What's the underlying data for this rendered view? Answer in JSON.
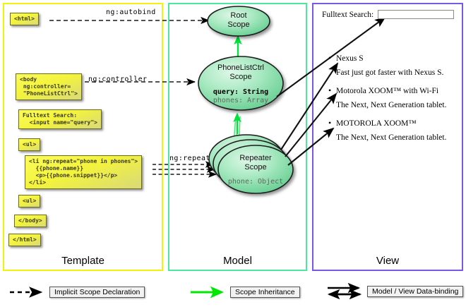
{
  "panels": {
    "template": {
      "label": "Template",
      "border_color": "#f2f20d",
      "boxes": [
        {
          "name": "html-open",
          "code": "<html>"
        },
        {
          "name": "body-open",
          "code": "<body\n ng:controller=\n \"PhoneListCtrl\">"
        },
        {
          "name": "search",
          "code": "Fulltext Search:\n  <input name=\"query\">"
        },
        {
          "name": "ul-open",
          "code": "<ul>"
        },
        {
          "name": "li-repeat",
          "code": "<li ng:repeat=\"phone in phones\">\n  {{phone.name}}\n  <p>{{phone.snippet}}</p>\n</li>"
        },
        {
          "name": "ul-close",
          "code": "<ul>"
        },
        {
          "name": "body-close",
          "code": "</body>"
        },
        {
          "name": "html-close",
          "code": "</html>"
        }
      ]
    },
    "model": {
      "label": "Model",
      "border_color": "#4fe6a0",
      "scopes": [
        {
          "name": "root-scope",
          "title_line1": "Root",
          "title_line2": "Scope",
          "props": []
        },
        {
          "name": "phonelistctrl-scope",
          "title_line1": "PhoneListCtrl",
          "title_line2": "Scope",
          "props": [
            {
              "text": "query: String",
              "emphasis": "strong"
            },
            {
              "text": "phones: Array",
              "emphasis": "dim"
            }
          ]
        },
        {
          "name": "repeater-scope",
          "title_line1": "Repeater",
          "title_line2": "Scope",
          "props": [
            {
              "text": "phone: Object",
              "emphasis": "dim"
            }
          ]
        }
      ]
    },
    "view": {
      "label": "View",
      "border_color": "#7b57e8",
      "search_label": "Fulltext Search:",
      "search_value": "",
      "search_placeholder": "",
      "phones": [
        {
          "name": "Nexus S",
          "snippet": "Fast just got faster with Nexus S."
        },
        {
          "name": "Motorola XOOM™  with Wi-Fi",
          "snippet": "The Next, Next Generation tablet."
        },
        {
          "name": "MOTOROLA XOOM™",
          "snippet": "The Next, Next Generation tablet."
        }
      ]
    }
  },
  "connectors": [
    {
      "name": "ng-autobind",
      "label": "ng:autobind"
    },
    {
      "name": "ng-controller",
      "label": "ng:controller"
    },
    {
      "name": "ng-repeat",
      "label": "ng:repeat"
    }
  ],
  "legend": [
    {
      "name": "implicit-scope-declaration",
      "label": "Implicit Scope Declaration",
      "style": "dashed-arrow",
      "color": "#000000"
    },
    {
      "name": "scope-inheritance",
      "label": "Scope Inheritance",
      "style": "green-arrow",
      "color": "#00e000"
    },
    {
      "name": "model-view-data-binding",
      "label": "Model / View Data-binding",
      "style": "double-arrow",
      "color": "#000000"
    }
  ]
}
